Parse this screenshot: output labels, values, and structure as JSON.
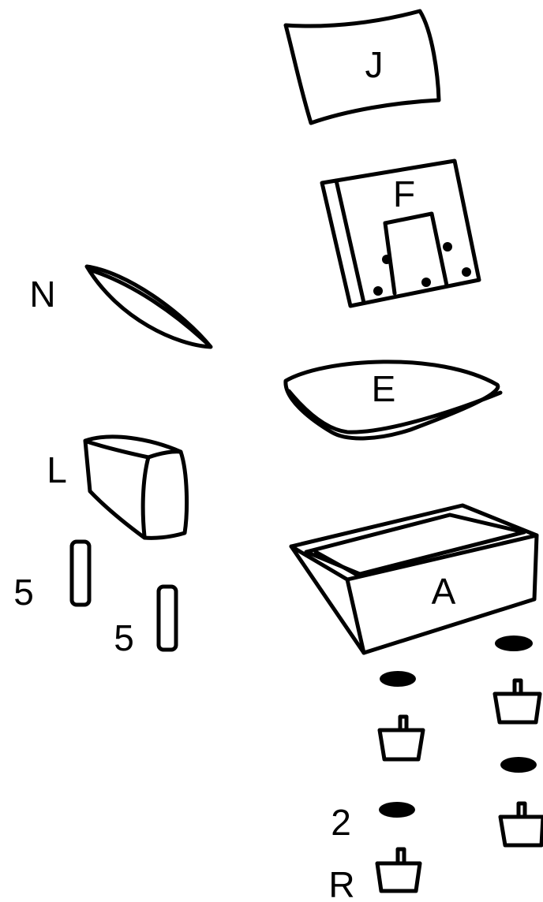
{
  "labels": {
    "cushion_j": "J",
    "panel_f": "F",
    "pillow_n": "N",
    "cushion_e": "E",
    "armrest_l": "L",
    "leg_5_a": "5",
    "leg_5_b": "5",
    "base_a": "A",
    "count_2": "2",
    "foot_r": "R"
  },
  "colors": {
    "stroke": "#000000",
    "background": "#ffffff"
  }
}
